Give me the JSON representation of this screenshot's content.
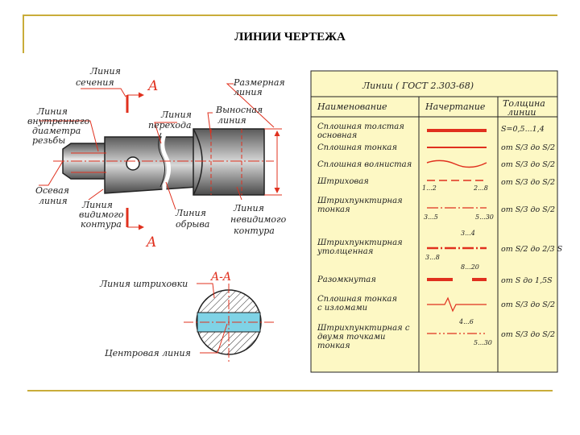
{
  "slide": {
    "title": "ЛИНИИ ЧЕРТЕЖА"
  },
  "drawing": {
    "labels": {
      "section_line": [
        "Линия",
        "сечения"
      ],
      "inner_diameter": [
        "Линия",
        "внутреннего",
        "диаметра",
        "резьбы"
      ],
      "transition": [
        "Линия",
        "перехода"
      ],
      "dimension": [
        "Размерная",
        "линия"
      ],
      "extension": [
        "Выносная",
        "линия"
      ],
      "axis": [
        "Осевая",
        "линия"
      ],
      "visible": [
        "Линия",
        "видимого",
        "контура"
      ],
      "break": [
        "Линия",
        "обрыва"
      ],
      "invisible": [
        "Линия",
        "невидимого",
        "контура"
      ],
      "section_letter": "A",
      "hatch": "Линия штриховки",
      "section_name": "A-A",
      "center": "Центровая линия"
    }
  },
  "table": {
    "title": "Линии   ( ГОСТ 2.303-68)",
    "headers": {
      "name": "Наименование",
      "style": "Начертание",
      "thickness": [
        "Толщина",
        "линии"
      ]
    },
    "rows": [
      {
        "name": [
          "Сплошная толстая",
          "основная"
        ],
        "thickness": "S=0,5...1,4"
      },
      {
        "name": [
          "Сплошная тонкая"
        ],
        "thickness": "от S/3 до S/2"
      },
      {
        "name": [
          "Сплошная волнистая"
        ],
        "thickness": "от S/3 до S/2"
      },
      {
        "name": [
          "Штриховая"
        ],
        "marks": [
          "1...2",
          "2...8"
        ],
        "thickness": "от S/3 до S/2"
      },
      {
        "name": [
          "Штрихпунктирная",
          "тонкая"
        ],
        "marks": [
          "3...5",
          "5...30"
        ],
        "thickness": "от S/3 до S/2"
      },
      {
        "name": [
          "Штрихпунктирная",
          "утолщенная"
        ],
        "marks": [
          "3...4",
          "3...8",
          "8...20"
        ],
        "thickness": "от S/2 до 2/3 S"
      },
      {
        "name": [
          "Разомкнутая"
        ],
        "thickness": "от S до 1,5S"
      },
      {
        "name": [
          "Сплошная тонкая",
          "с изломами"
        ],
        "thickness": "от S/3 до S/2"
      },
      {
        "name": [
          "Штрихпунктирная с",
          "двумя точками",
          "тонкая"
        ],
        "marks": [
          "4...6",
          "5...30"
        ],
        "thickness": "от S/3 до S/2"
      }
    ]
  },
  "colors": {
    "accent": "#e0301e",
    "table_bg": "#fdf8c4",
    "part_gray": "#8a8a8a",
    "section_fill": "#7fd3e6",
    "frame": "#c9ac3a"
  }
}
